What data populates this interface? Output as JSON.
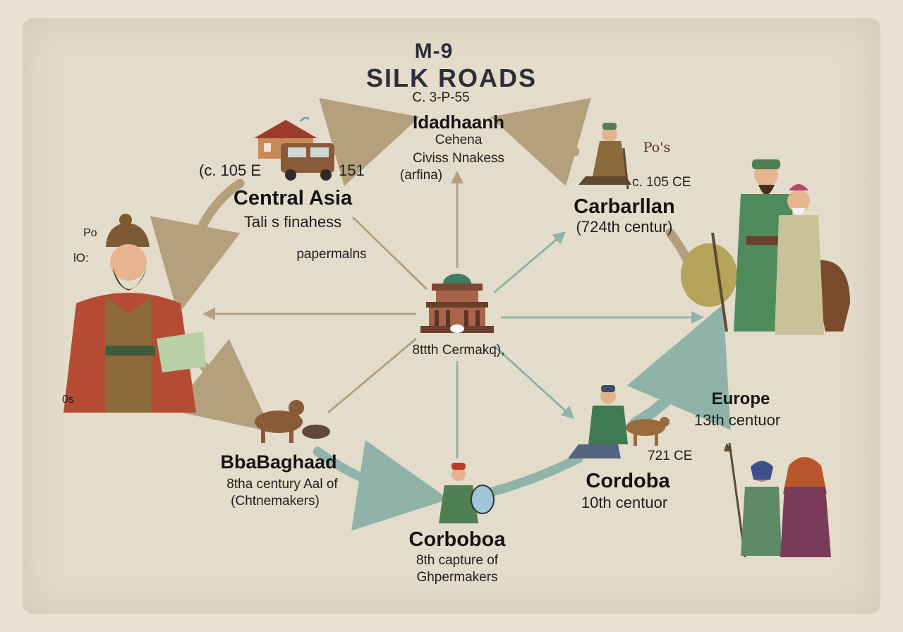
{
  "title": {
    "code": "M-9",
    "main": "SILK ROADS",
    "date": "C. 3-P-55"
  },
  "nodes": {
    "top": {
      "name": "Idadhaanh",
      "line1": "Cehena",
      "line2": "Civiss Nnakess",
      "line3": "(arfina)"
    },
    "central_asia": {
      "date": "(c. 105 E",
      "date_right": "151",
      "name": "Central Asia",
      "line1": "Tali s finahess",
      "line2": "papermalns"
    },
    "top_right": {
      "doodle": "Po's",
      "date": "c. 105 CE",
      "name": "Carbarllan",
      "line1": "(724th centur)"
    },
    "center": {
      "label": "8ttth Cermakq),"
    },
    "left_figure": {
      "mark1": "Po",
      "mark2": "lO:",
      "mark3": "0s"
    },
    "baghdad": {
      "name": "BbaBaghaad",
      "line1": "8tha century Aal of",
      "line2": "(Chtnemakers)"
    },
    "bottom": {
      "name": "Corboboa",
      "line1": "8th capture of",
      "line2": "Ghpermakers"
    },
    "cordoba": {
      "date": "721 CE",
      "name": "Cordoba",
      "line1": "10th centuor"
    },
    "europe": {
      "name": "Europe",
      "line1": "13th centuor"
    }
  },
  "colors": {
    "background": "#e4dccb",
    "arrow_brown": "#b5a07e",
    "arrow_teal": "#8fb3a8",
    "title": "#2a2f3a"
  }
}
